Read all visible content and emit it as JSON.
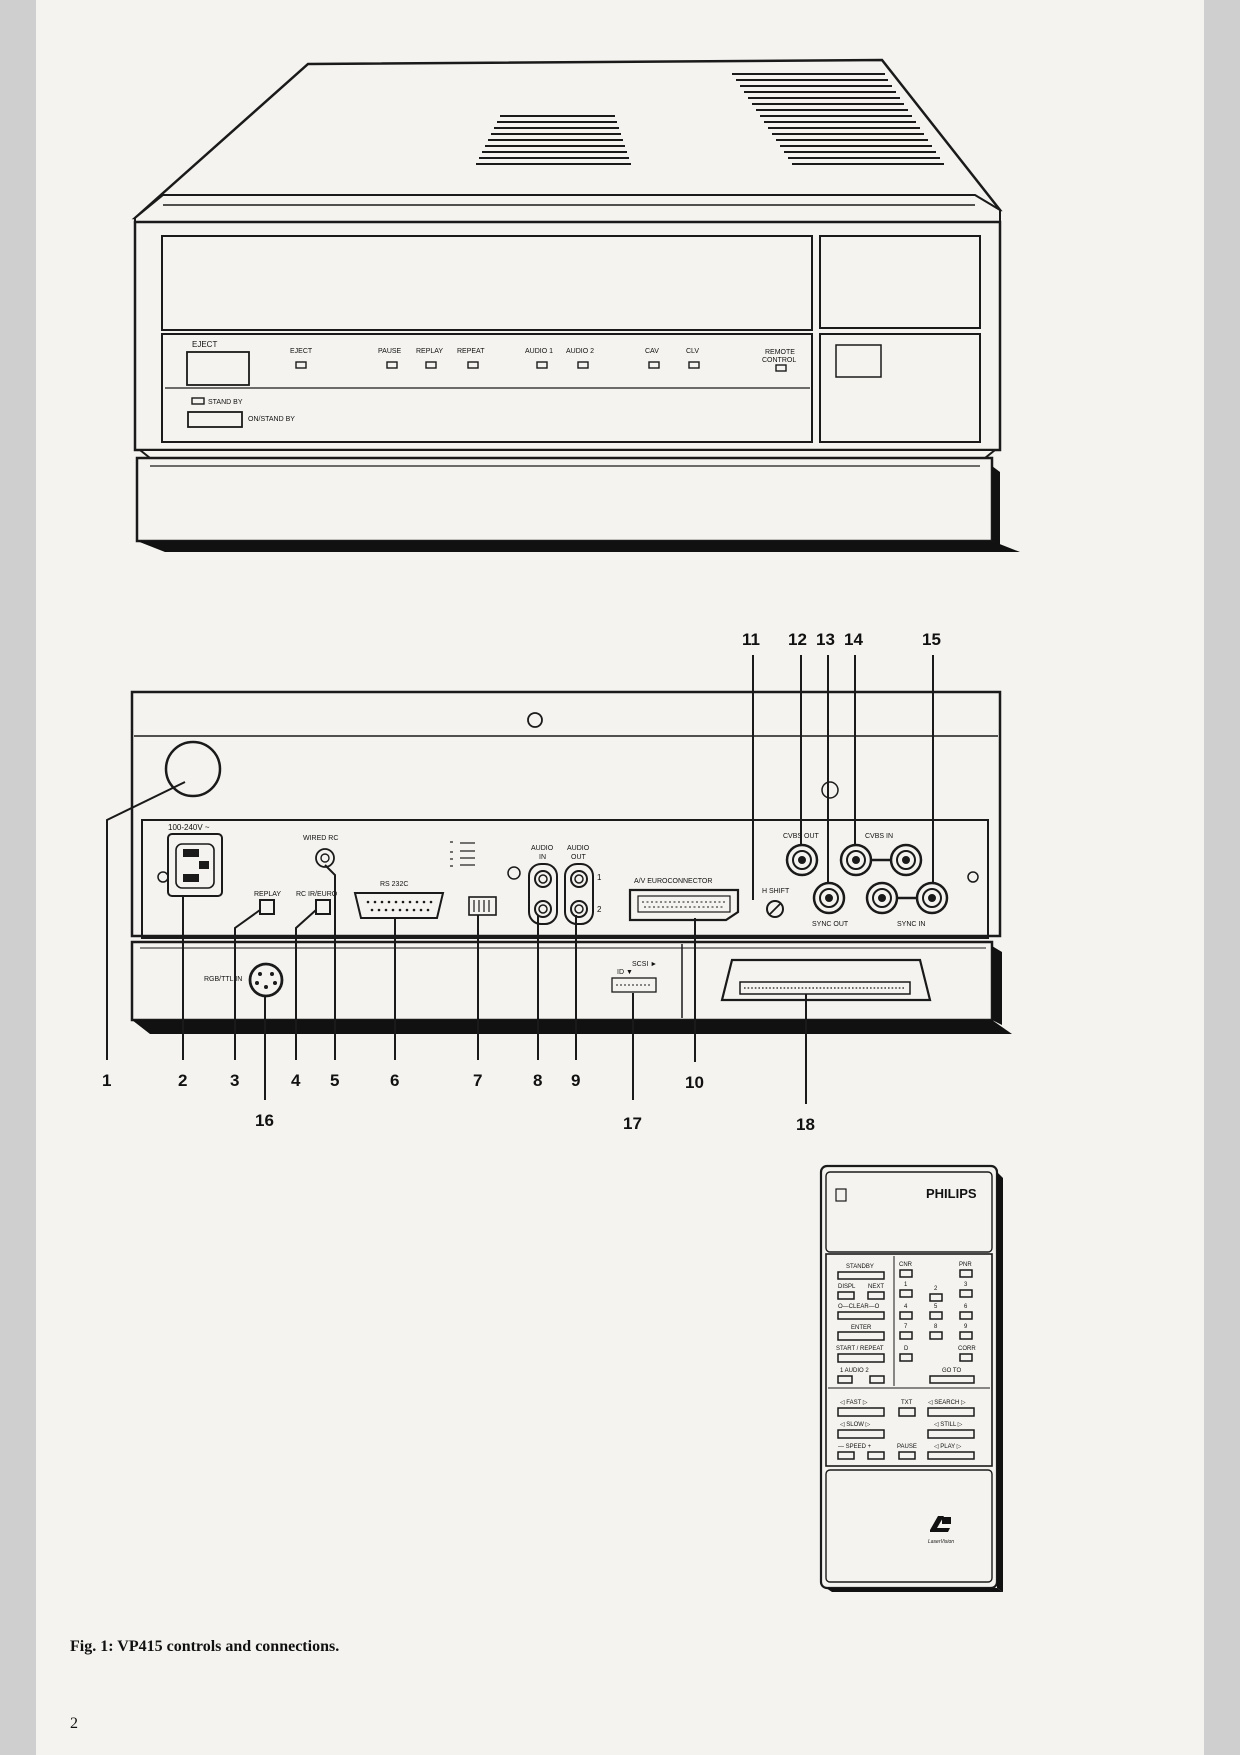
{
  "figure": {
    "caption": "Fig. 1: VP415 controls and connections.",
    "page_number": "2"
  },
  "front_panel": {
    "eject_button_label": "EJECT",
    "standby_label": "STAND BY",
    "on_standby_label": "ON/STAND BY",
    "indicators": [
      "EJECT",
      "PAUSE",
      "REPLAY",
      "REPEAT",
      "AUDIO 1",
      "AUDIO 2",
      "CAV",
      "CLV"
    ],
    "remote_control_label_1": "REMOTE",
    "remote_control_label_2": "CONTROL"
  },
  "rear_panel": {
    "mains_label": "100-240V ~",
    "replay_label": "REPLAY",
    "rc_ir_euro_label": "RC IR/EURO",
    "wired_rc_label": "WIRED RC",
    "rs232c_label": "RS 232C",
    "audio_in_label_1": "AUDIO",
    "audio_in_label_2": "IN",
    "audio_out_label_1": "AUDIO",
    "audio_out_label_2": "OUT",
    "channel_1": "1",
    "channel_2": "2",
    "euroconnector_label": "A/V EUROCONNECTOR",
    "h_shift_label": "H SHIFT",
    "cvbs_out_label": "CVBS OUT",
    "cvbs_in_label": "CVBS IN",
    "sync_out_label": "SYNC OUT",
    "sync_in_label": "SYNC IN",
    "rgb_label": "RGB/TTL IN",
    "scsi_label": "SCSI ►",
    "id_label": "ID ▼"
  },
  "callouts_top": [
    "11",
    "12",
    "13",
    "14",
    "15"
  ],
  "callouts_bottom": [
    "1",
    "2",
    "3",
    "4",
    "5",
    "6",
    "7",
    "8",
    "9",
    "10"
  ],
  "callouts_lower": [
    "16",
    "17",
    "18"
  ],
  "remote": {
    "brand": "PHILIPS",
    "logo_text": "LaserVision",
    "buttons": {
      "standby": "STANDBY",
      "cnr": "CNR",
      "pnr": "PNR",
      "displ": "DISPL",
      "next": "NEXT",
      "clear": "O—CLEAR—O",
      "enter": "ENTER",
      "start_repeat": "START / REPEAT",
      "audio": "1  AUDIO  2",
      "d": "D",
      "corr": "CORR",
      "go_to": "GO TO",
      "fast": "◁ FAST ▷",
      "txt": "TXT",
      "search": "◁ SEARCH ▷",
      "slow": "◁ SLOW ▷",
      "still": "◁ STILL ▷",
      "speed": "— SPEED +",
      "pause": "PAUSE",
      "play": "◁ PLAY ▷",
      "digits": [
        "1",
        "2",
        "3",
        "4",
        "5",
        "6",
        "7",
        "8",
        "9"
      ]
    }
  }
}
